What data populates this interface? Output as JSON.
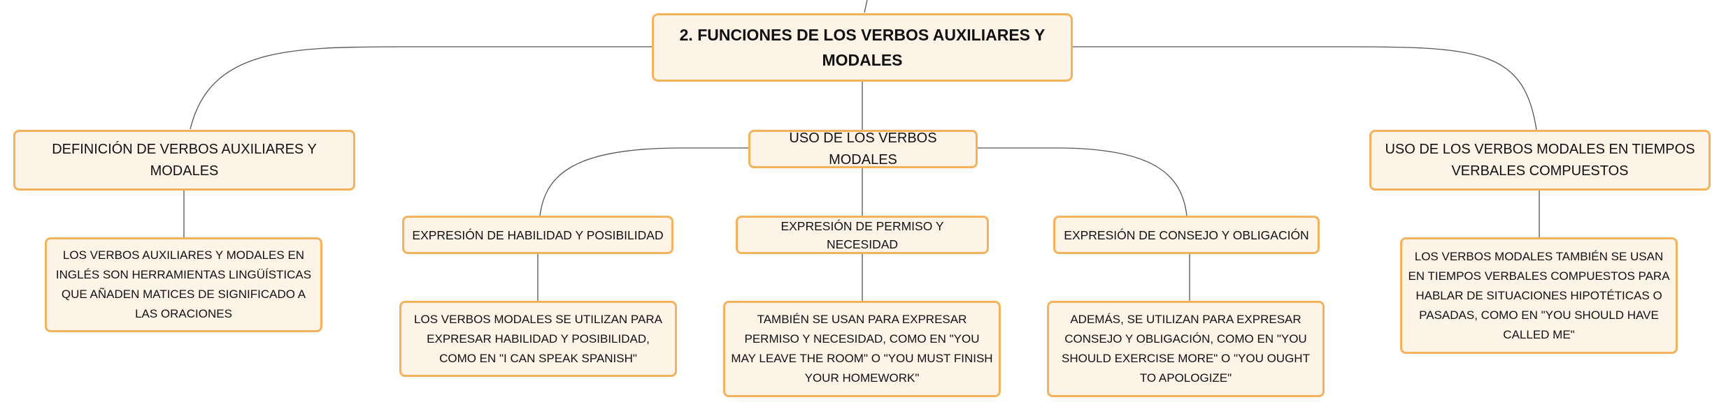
{
  "colors": {
    "node_fill": "#fdf3e7",
    "node_border": "#f4b25c",
    "connector": "#555555",
    "text": "#111111"
  },
  "root": {
    "title": "2. FUNCIONES DE LOS VERBOS AUXILIARES Y MODALES"
  },
  "branches": {
    "definicion": {
      "title": "DEFINICIÓN DE VERBOS AUXILIARES Y MODALES",
      "detail": "LOS VERBOS AUXILIARES Y MODALES EN INGLÉS SON HERRAMIENTAS LINGÜÍSTICAS QUE AÑADEN MATICES DE SIGNIFICADO A LAS ORACIONES"
    },
    "uso_modales": {
      "title": "USO DE LOS VERBOS MODALES",
      "children": {
        "habilidad": {
          "title": "EXPRESIÓN DE HABILIDAD Y POSIBILIDAD",
          "detail": "LOS VERBOS MODALES SE UTILIZAN PARA EXPRESAR HABILIDAD Y POSIBILIDAD, COMO EN \"I CAN SPEAK SPANISH\""
        },
        "permiso": {
          "title": "EXPRESIÓN DE PERMISO Y NECESIDAD",
          "detail": "TAMBIÉN SE USAN PARA EXPRESAR PERMISO Y NECESIDAD, COMO EN \"YOU MAY LEAVE THE ROOM\" O \"YOU MUST FINISH YOUR HOMEWORK\""
        },
        "consejo": {
          "title": "EXPRESIÓN DE CONSEJO Y OBLIGACIÓN",
          "detail": "ADEMÁS, SE UTILIZAN PARA EXPRESAR CONSEJO Y OBLIGACIÓN, COMO EN \"YOU SHOULD EXERCISE MORE\" O \"YOU OUGHT TO APOLOGIZE\""
        }
      }
    },
    "tiempos_compuestos": {
      "title": "USO DE LOS VERBOS MODALES EN TIEMPOS VERBALES COMPUESTOS",
      "detail": "LOS VERBOS MODALES TAMBIÉN SE USAN EN TIEMPOS VERBALES COMPUESTOS PARA HABLAR DE SITUACIONES HIPOTÉTICAS O PASADAS, COMO EN \"YOU SHOULD HAVE CALLED ME\""
    }
  }
}
